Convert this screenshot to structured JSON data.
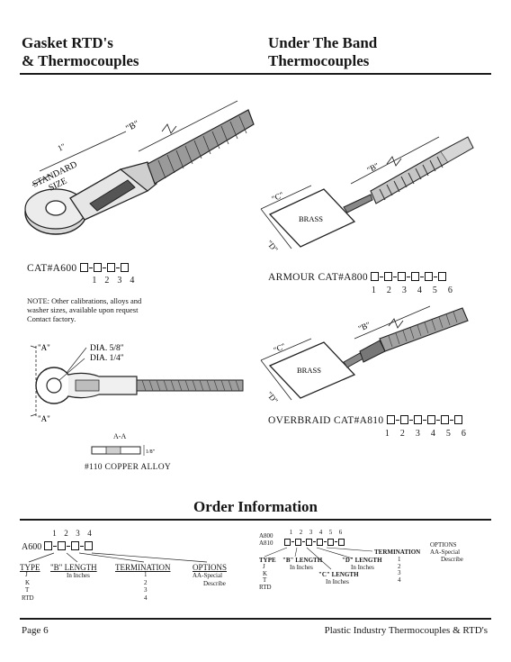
{
  "header": {
    "left_line1": "Gasket RTD's",
    "left_line2": "& Thermocouples",
    "right_line1": "Under The Band",
    "right_line2": "Thermocouples"
  },
  "fig_gasket": {
    "dim_1in": "1\"",
    "standard": "STANDARD",
    "size": "SIZE",
    "b_label": "\"B\"",
    "cat_label": "CAT#A600",
    "digits": [
      "1",
      "2",
      "3",
      "4"
    ]
  },
  "note": "NOTE: Other calibrations, alloys and washer sizes, available upon request Contact factory.",
  "fig_washer": {
    "a_top": "\"A\"",
    "a_bottom": "\"A\"",
    "dia_58": "DIA. 5/8\"",
    "dia_14": "DIA. 1/4\"",
    "section_label": "A-A",
    "thickness": "1/8\"",
    "material": "#110 COPPER ALLOY"
  },
  "fig_armour": {
    "b_label": "\"B\"",
    "c_label": "\"C\"",
    "d_label": "\"D\"",
    "pad_label": "BRASS",
    "cat_label": "ARMOUR CAT#A800",
    "digits": [
      "1",
      "2",
      "3",
      "4",
      "5",
      "6"
    ]
  },
  "fig_overbraid": {
    "b_label": "\"B\"",
    "c_label": "\"C\"",
    "d_label": "\"D\"",
    "pad_label": "BRASS",
    "cat_label": "OVERBRAID CAT#A810",
    "digits": [
      "1",
      "2",
      "3",
      "4",
      "5",
      "6"
    ]
  },
  "order": {
    "title": "Order Information",
    "left": {
      "digits": [
        "1",
        "2",
        "3",
        "4"
      ],
      "code": "A600",
      "col_type": "TYPE",
      "col_b_length": "\"B\" LENGTH",
      "b_units": "In Inches",
      "col_termination": "TERMINATION",
      "col_options": "OPTIONS",
      "option_line1": "AA-Special",
      "option_line2": "Describe",
      "types": [
        "J",
        "K",
        "T",
        "RTD"
      ],
      "terminations": [
        "1",
        "2",
        "3",
        "4"
      ]
    },
    "right": {
      "digits": [
        "1",
        "2",
        "3",
        "4",
        "5",
        "6"
      ],
      "code1": "A800",
      "code2": "A810",
      "col_type": "TYPE",
      "col_b_length": "\"B\" LENGTH",
      "b_units": "In Inches",
      "col_c_length": "\"C\" LENGTH",
      "c_units": "In Inches",
      "col_d_length": "\"D\" LENGTH",
      "d_units": "In Inches",
      "col_termination": "TERMINATION",
      "col_options": "OPTIONS",
      "option_line1": "AA-Special",
      "option_line2": "Describe",
      "types": [
        "J",
        "K",
        "T",
        "RTD"
      ],
      "terminations": [
        "1",
        "2",
        "3",
        "4"
      ]
    }
  },
  "footer": {
    "page": "Page 6",
    "publication": "Plastic Industry Thermocouples & RTD's"
  }
}
